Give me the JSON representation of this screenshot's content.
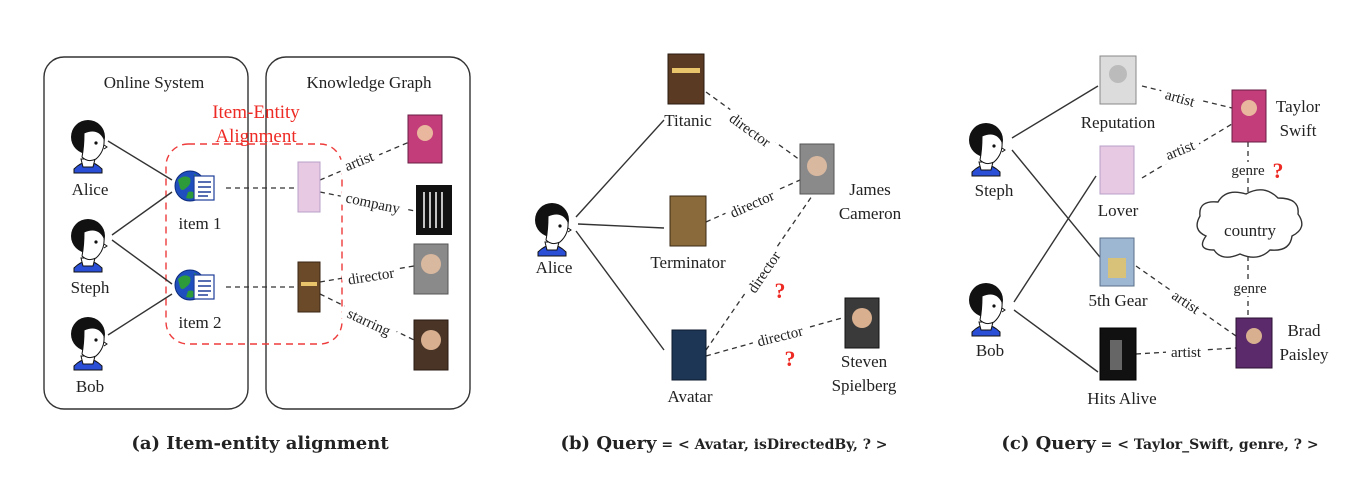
{
  "panel_a": {
    "box_left_title": "Online System",
    "box_right_title": "Knowledge Graph",
    "alignment_label_1": "Item-Entity",
    "alignment_label_2": "Alignment",
    "users": [
      "Alice",
      "Steph",
      "Bob"
    ],
    "items": [
      "item 1",
      "item 2"
    ],
    "relations": [
      "artist",
      "company",
      "director",
      "starring"
    ],
    "caption": "(a) Item-entity alignment"
  },
  "panel_b": {
    "user": "Alice",
    "movies": [
      "Titanic",
      "Terminator",
      "Avatar"
    ],
    "person1_line1": "James",
    "person1_line2": "Cameron",
    "person2_line1": "Steven",
    "person2_line2": "Spielberg",
    "relation": "director",
    "unknown_mark": "?",
    "caption_prefix": "(b) Query",
    "caption_rest": " = < Avatar, isDirectedBy, ? >"
  },
  "panel_c": {
    "users": [
      "Steph",
      "Bob"
    ],
    "albums": [
      "Reputation",
      "Lover",
      "5th Gear",
      "Hits Alive"
    ],
    "artist1_line1": "Taylor",
    "artist1_line2": "Swift",
    "artist2_line1": "Brad",
    "artist2_line2": "Paisley",
    "genre_node": "country",
    "relation_artist": "artist",
    "relation_genre": "genre",
    "unknown_mark": "?",
    "caption_prefix": "(c) Query",
    "caption_rest": " = < Taylor_Swift, genre, ? >"
  },
  "colors": {
    "accent_red": "#ee2a24",
    "globe_blue": "#1f4fbf",
    "globe_green": "#2e9b3a",
    "shirt_blue": "#2a4fd6"
  },
  "icons": [
    "person-icon",
    "globe-document-icon",
    "thumbnail-image",
    "cloud-icon",
    "republic-logo"
  ]
}
